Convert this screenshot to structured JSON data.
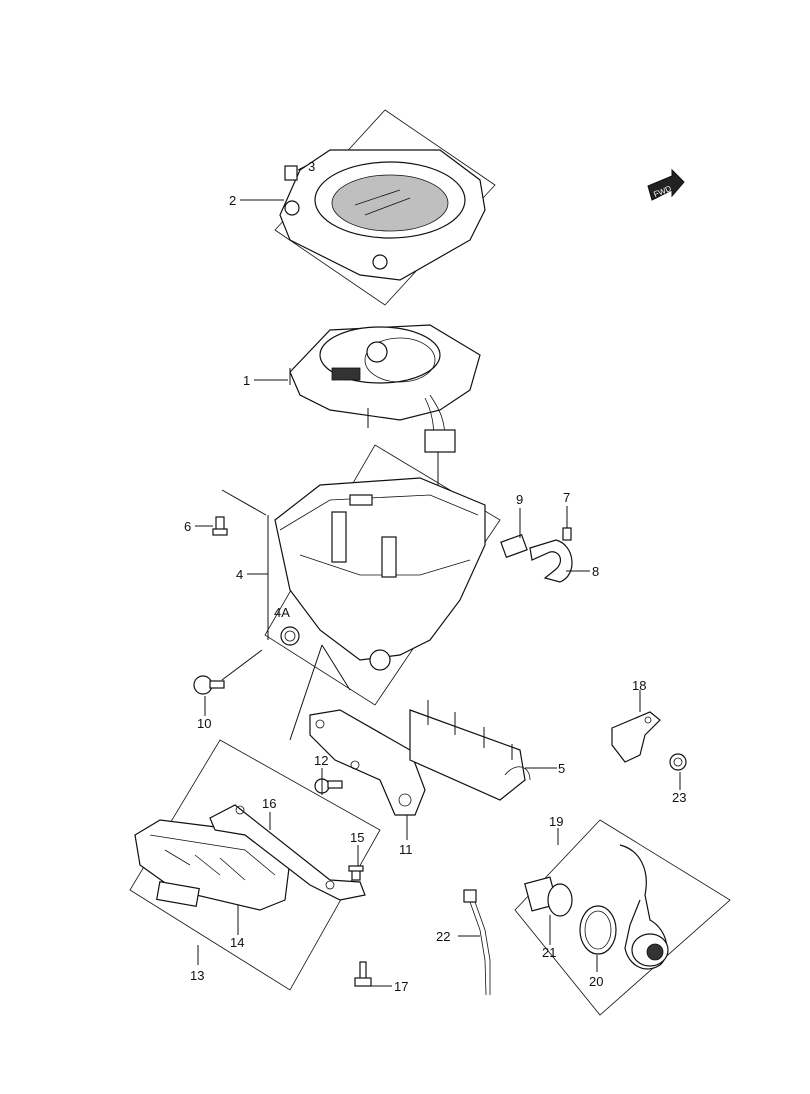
{
  "fwd_label": "FWD",
  "callouts": {
    "c1": "1",
    "c2": "2",
    "c3": "3",
    "c4": "4",
    "c4a": "4A",
    "c5": "5",
    "c6": "6",
    "c7": "7",
    "c8": "8",
    "c9": "9",
    "c10": "10",
    "c11": "11",
    "c12": "12",
    "c13": "13",
    "c14": "14",
    "c15": "15",
    "c16": "16",
    "c17": "17",
    "c18": "18",
    "c19": "19",
    "c20": "20",
    "c21": "21",
    "c22": "22",
    "c23": "23"
  }
}
